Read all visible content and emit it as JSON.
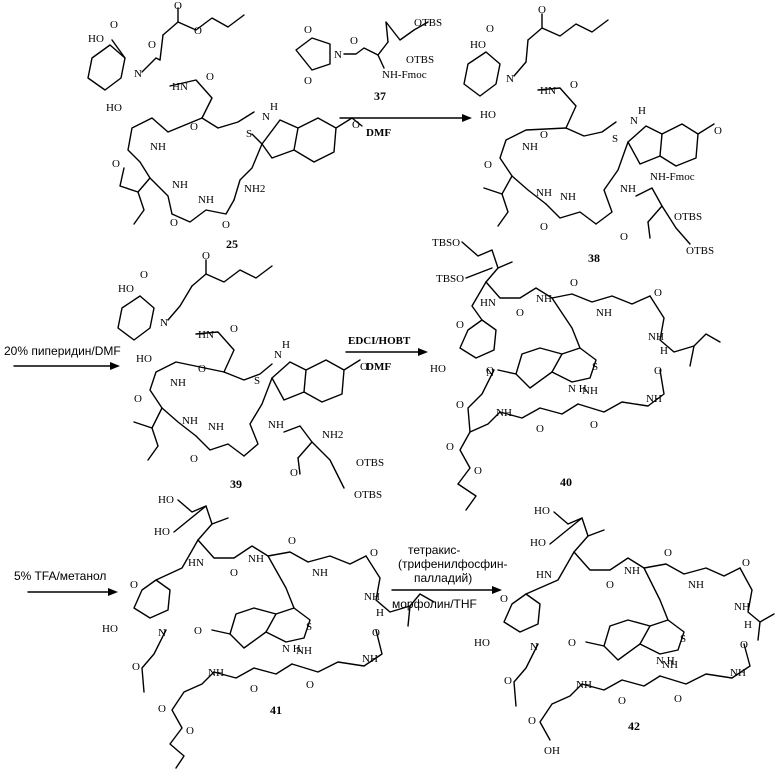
{
  "compounds": {
    "c25": {
      "number": "25"
    },
    "c37": {
      "number": "37"
    },
    "c38": {
      "number": "38"
    },
    "c39": {
      "number": "39"
    },
    "c40": {
      "number": "40"
    },
    "c41": {
      "number": "41"
    },
    "c42": {
      "number": "42"
    }
  },
  "reagents": {
    "step1": "DMF",
    "step2": "20% пиперидин/DMF",
    "step3_top": "EDCI/HOBT",
    "step3_bottom": "DMF",
    "step4": "5% TFA/метанол",
    "step5_line1": "тетракис-",
    "step5_line2": "(трифенилфосфин-",
    "step5_line3": "палладий)",
    "step5_line4": "морфолин/THF"
  },
  "atom_labels": {
    "otbs": "OTBS",
    "tbso": "TBSO",
    "nh_fmoc": "NH-Fmoc",
    "nh": "NH",
    "nh2": "NH2",
    "ho": "HO",
    "oh": "OH",
    "o": "O",
    "n": "N",
    "s": "S",
    "h": "H",
    "hn": "HN",
    "n_h": "N H"
  }
}
